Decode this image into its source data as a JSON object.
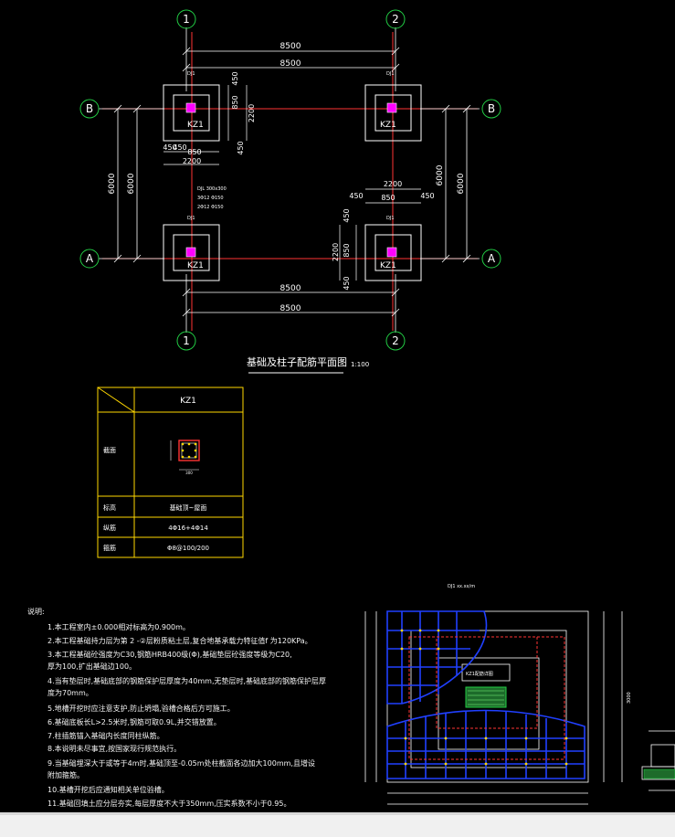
{
  "plan": {
    "title": "基础及柱子配筋平面图",
    "scale": "1:100",
    "grid_x": [
      "1",
      "2"
    ],
    "grid_y": [
      "A",
      "B"
    ],
    "dim_8500": "8500",
    "dim_6000": "6000",
    "dim_2200": "2200",
    "dim_450": "450",
    "dim_850": "850",
    "col_label": "KZ1",
    "dj_label": "DJ1",
    "beam_note": [
      "DJL 300x300",
      "3Φ12 Φ150",
      "2Φ12 Φ150"
    ]
  },
  "table": {
    "header": "KZ1",
    "row_labels": [
      "截面",
      "标高",
      "纵筋",
      "箍筋"
    ],
    "row_values": [
      "基础顶~屋面",
      "4Φ16+4Φ14",
      "Φ8@100/200"
    ],
    "section_dim": "300"
  },
  "notes": {
    "title": "说明:",
    "lines": [
      "1.本工程室内±0.000相对标高为0.900m。",
      "2.本工程基础持力层为第 2 -②层粉质粘土层,复合地基承载力特征值f 为120KPa。",
      "3.本工程基础砼强度为C30,钢筋HRB400级(Φ),基础垫层砼强度等级为C20,",
      "  厚为100,扩出基础边100。",
      "4.当有垫层时,基础底部的钢筋保护层厚度为40mm,无垫层时,基础底部的钢筋保护层厚",
      "  度为70mm。",
      "5.地槽开挖时应注意支护,防止坍塌,验槽合格后方可施工。",
      "6.基础底板长L>2.5米时,钢筋可取0.9L,并交错放置。",
      "7.柱插筋锚入基础内长度同柱纵筋。",
      "8.本说明未尽事宜,按国家现行规范执行。",
      "9.当基础埋深大于或等于4m时,基础顶至-0.05m处柱截面各边加大100mm,且增设",
      "  附加箍筋。",
      "10.基槽开挖后应通知相关单位验槽。",
      "11.基础回填土应分层夯实,每层厚度不大于350mm,压实系数不小于0.95。"
    ]
  },
  "detail": {
    "top_note": "DJ1 xx.xx/m",
    "center_box": "KZ1配筋详图",
    "side_dim": "3000",
    "colors": {
      "blue": "#2040ff",
      "red": "#ff3333",
      "green": "#22cc44",
      "white": "#ffffff",
      "yellow": "#ffd700",
      "magenta": "#ff00ff"
    }
  }
}
